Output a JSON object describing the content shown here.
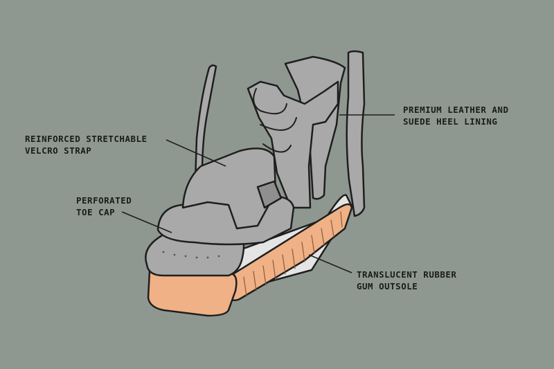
{
  "colors": {
    "background": "#8e9890",
    "upper": "#a9a9a9",
    "upper_dark": "#8f8f8f",
    "midsole": "#e4e4e4",
    "outsole": "#efb185",
    "outline": "#1e1e1e"
  },
  "callouts": [
    {
      "id": "heel-lining",
      "line1": "PREMIUM LEATHER AND",
      "line2": "SUEDE HEEL LINING"
    },
    {
      "id": "velcro-strap",
      "line1": "REINFORCED STRETCHABLE",
      "line2": "VELCRO STRAP"
    },
    {
      "id": "toe-cap",
      "line1": "PERFORATED",
      "line2": "TOE CAP"
    },
    {
      "id": "outsole",
      "line1": "TRANSLUCENT RUBBER",
      "line2": "GUM OUTSOLE"
    }
  ]
}
